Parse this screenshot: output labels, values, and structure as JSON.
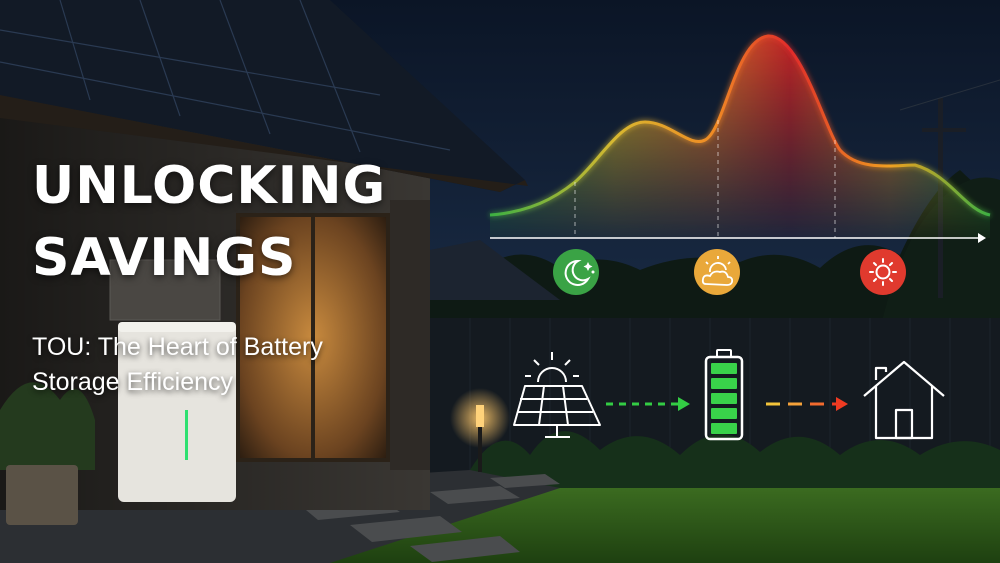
{
  "headline": {
    "line1": "UNLOCKING",
    "line2": "SAVINGS"
  },
  "subtitle": {
    "line1": "TOU: The Heart of Battery",
    "line2": "Storage Efficiency"
  },
  "tou_curve": {
    "period_icons": [
      "moon-stars-icon",
      "partly-cloudy-icon",
      "sun-icon"
    ],
    "colors": {
      "off_peak": "#3cb043",
      "mid_peak": "#f0a020",
      "peak": "#e02a2a"
    }
  },
  "energy_flow": {
    "icons": [
      "solar-panel-icon",
      "battery-icon",
      "house-icon"
    ],
    "battery_charge_fraction": 1.0,
    "arrow_colors": {
      "solar_to_battery": "#33cc44",
      "battery_to_house": [
        "#f3c43a",
        "#ef3b22"
      ]
    }
  },
  "colors": {
    "sky_top": "#0b1526",
    "sky_bottom": "#1d3350",
    "lawn": "#2d5a1a"
  }
}
